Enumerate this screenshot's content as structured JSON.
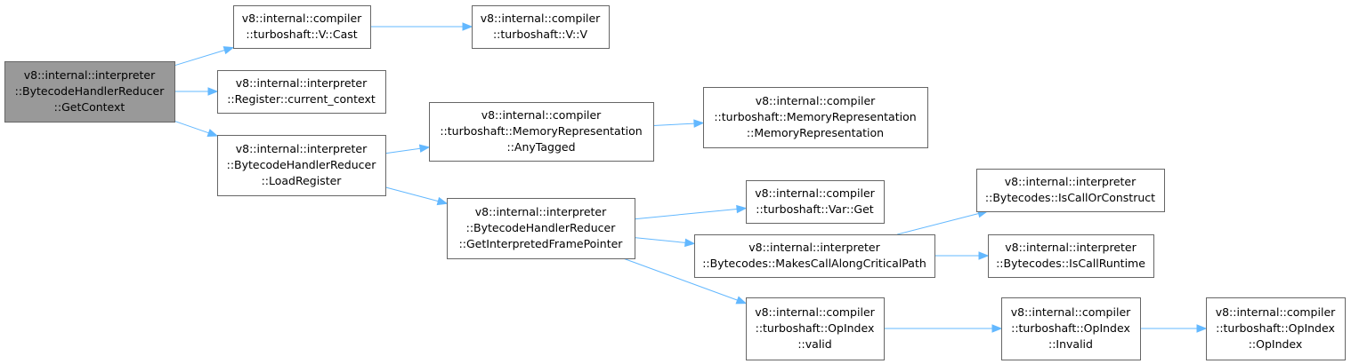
{
  "colors": {
    "root_fill": "#999999",
    "node_fill": "#ffffff",
    "node_border": "#666666",
    "edge": "#63b8ff"
  },
  "nodes": [
    {
      "id": "n0",
      "lines": [
        "v8::internal::interpreter",
        "::BytecodeHandlerReducer",
        "::GetContext"
      ],
      "root": true
    },
    {
      "id": "n1",
      "lines": [
        "v8::internal::compiler",
        "::turboshaft::V::Cast"
      ]
    },
    {
      "id": "n2",
      "lines": [
        "v8::internal::compiler",
        "::turboshaft::V::V"
      ]
    },
    {
      "id": "n3",
      "lines": [
        "v8::internal::interpreter",
        "::Register::current_context"
      ]
    },
    {
      "id": "n4",
      "lines": [
        "v8::internal::interpreter",
        "::BytecodeHandlerReducer",
        "::LoadRegister"
      ]
    },
    {
      "id": "n5",
      "lines": [
        "v8::internal::compiler",
        "::turboshaft::MemoryRepresentation",
        "::AnyTagged"
      ]
    },
    {
      "id": "n6",
      "lines": [
        "v8::internal::compiler",
        "::turboshaft::MemoryRepresentation",
        "::MemoryRepresentation"
      ]
    },
    {
      "id": "n7",
      "lines": [
        "v8::internal::interpreter",
        "::BytecodeHandlerReducer",
        "::GetInterpretedFramePointer"
      ]
    },
    {
      "id": "n8",
      "lines": [
        "v8::internal::compiler",
        "::turboshaft::Var::Get"
      ]
    },
    {
      "id": "n9",
      "lines": [
        "v8::internal::interpreter",
        "::Bytecodes::MakesCallAlongCriticalPath"
      ]
    },
    {
      "id": "n10",
      "lines": [
        "v8::internal::interpreter",
        "::Bytecodes::IsCallOrConstruct"
      ]
    },
    {
      "id": "n11",
      "lines": [
        "v8::internal::interpreter",
        "::Bytecodes::IsCallRuntime"
      ]
    },
    {
      "id": "n12",
      "lines": [
        "v8::internal::compiler",
        "::turboshaft::OpIndex",
        "::valid"
      ]
    },
    {
      "id": "n13",
      "lines": [
        "v8::internal::compiler",
        "::turboshaft::OpIndex",
        "::Invalid"
      ]
    },
    {
      "id": "n14",
      "lines": [
        "v8::internal::compiler",
        "::turboshaft::OpIndex",
        "::OpIndex"
      ]
    }
  ],
  "edges": [
    {
      "from": "n0",
      "to": "n1"
    },
    {
      "from": "n0",
      "to": "n3"
    },
    {
      "from": "n0",
      "to": "n4"
    },
    {
      "from": "n1",
      "to": "n2"
    },
    {
      "from": "n4",
      "to": "n5"
    },
    {
      "from": "n4",
      "to": "n7"
    },
    {
      "from": "n5",
      "to": "n6"
    },
    {
      "from": "n7",
      "to": "n8"
    },
    {
      "from": "n7",
      "to": "n9"
    },
    {
      "from": "n7",
      "to": "n12"
    },
    {
      "from": "n9",
      "to": "n10"
    },
    {
      "from": "n9",
      "to": "n11"
    },
    {
      "from": "n12",
      "to": "n13"
    },
    {
      "from": "n13",
      "to": "n14"
    }
  ]
}
